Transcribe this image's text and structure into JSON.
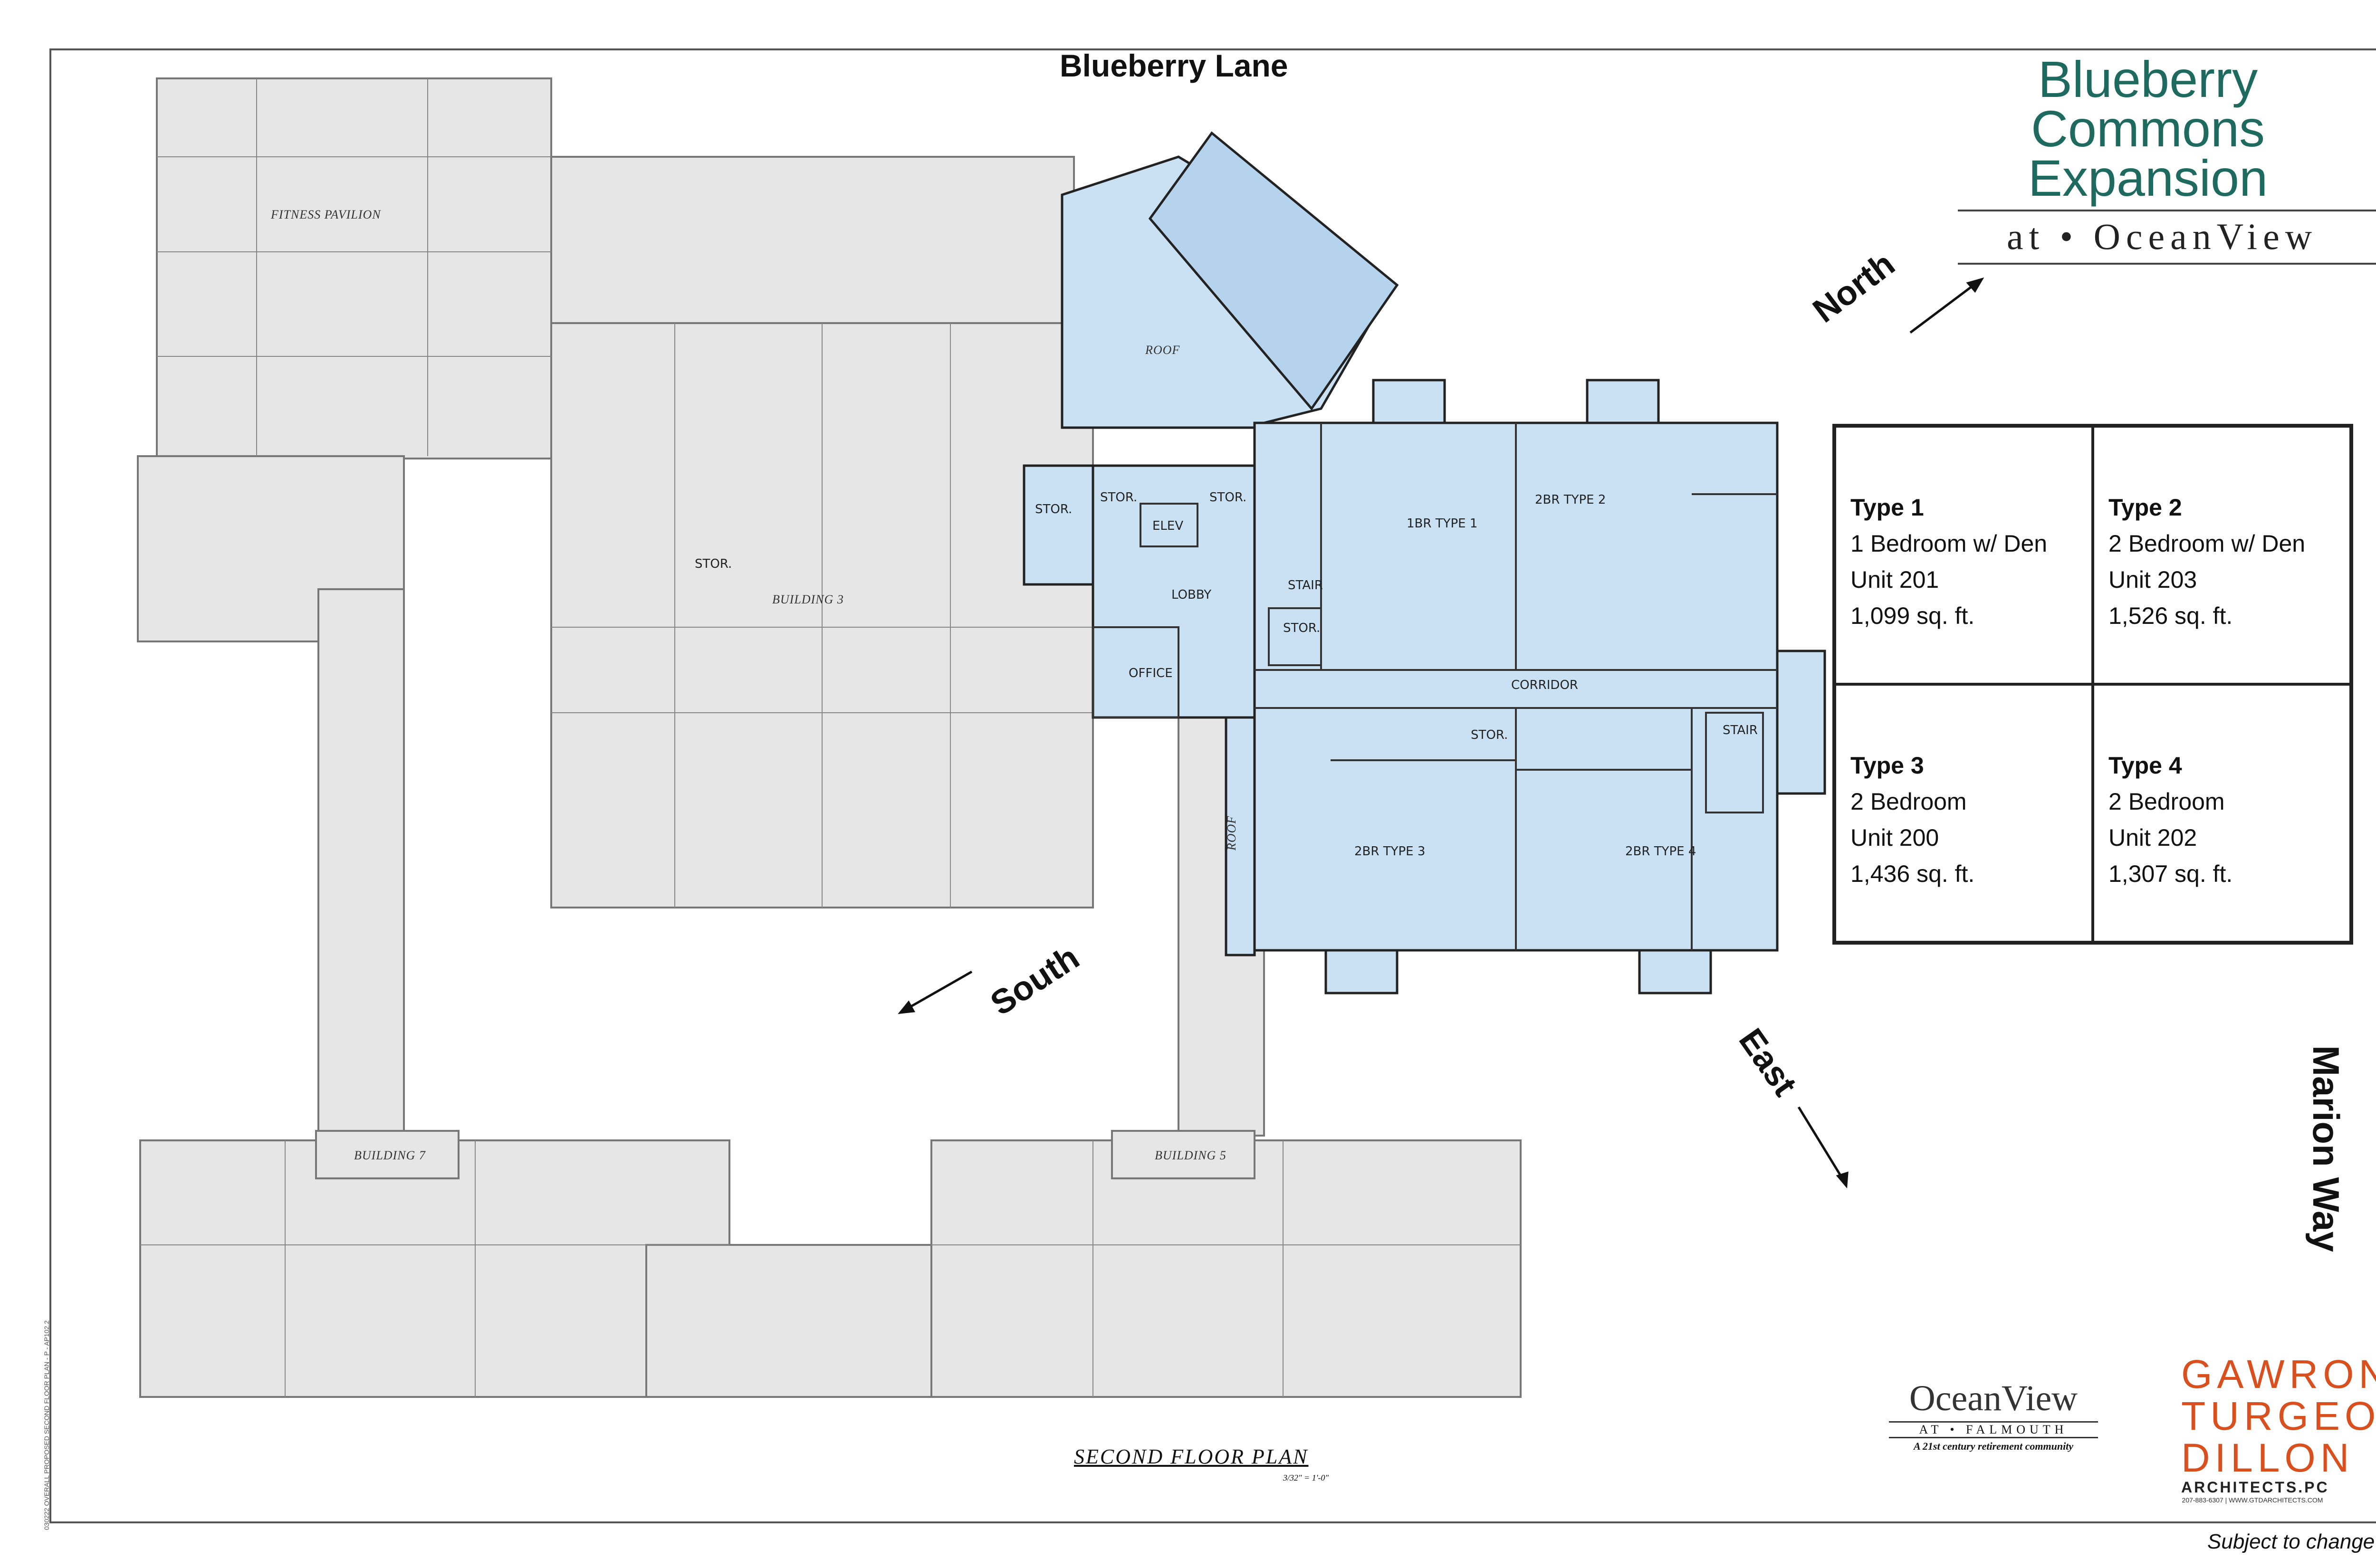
{
  "streets": {
    "top": "Blueberry Lane",
    "right": "Marion Way"
  },
  "title": {
    "line1": "Blueberry Commons",
    "line2": "Expansion",
    "subtitle": "at • OceanView"
  },
  "directions": {
    "north": "North",
    "south": "South",
    "east": "East"
  },
  "units": [
    {
      "type": "Type 1",
      "desc": "1 Bedroom w/ Den",
      "unit": "Unit 201",
      "area": "1,099 sq. ft."
    },
    {
      "type": "Type 2",
      "desc": "2 Bedroom w/ Den",
      "unit": "Unit 203",
      "area": "1,526 sq. ft."
    },
    {
      "type": "Type 3",
      "desc": "2 Bedroom",
      "unit": "Unit 200",
      "area": "1,436 sq. ft."
    },
    {
      "type": "Type 4",
      "desc": "2 Bedroom",
      "unit": "Unit 202",
      "area": "1,307 sq. ft."
    }
  ],
  "rooms": {
    "fitness": "FITNESS PAVILION",
    "building3": "BUILDING 3",
    "building5": "BUILDING 5",
    "building7": "BUILDING 7",
    "roof": "ROOF",
    "roof2": "ROOF",
    "stor_left": "STOR.",
    "stor_mid": "STOR.",
    "stor_a": "STOR.",
    "stor_b": "STOR.",
    "stor_c": "STOR.",
    "stor_d": "STOR.",
    "elev": "ELEV",
    "lobby": "LOBBY",
    "office": "OFFICE",
    "stair1": "STAIR",
    "stair2": "STAIR",
    "corridor": "CORRIDOR",
    "br1": "1BR TYPE 1",
    "br2": "2BR TYPE 2",
    "br3": "2BR TYPE 3",
    "br4": "2BR TYPE 4"
  },
  "plan": {
    "title": "SECOND FLOOR PLAN",
    "scale": "3/32\" = 1'-0\""
  },
  "logos": {
    "oceanview_name": "OceanView",
    "oceanview_sub": "AT • FALMOUTH",
    "oceanview_tag": "A 21st century retirement community",
    "gtd_line1": "GAWRON",
    "gtd_line2": "TURGEON",
    "gtd_line3": "DILLON",
    "gtd_arch": "ARCHITECTS.PC",
    "gtd_contact": "207-883-6307 | WWW.GTDARCHITECTS.COM"
  },
  "footer": {
    "note": "Subject to change",
    "margin_note": "030222 OVERALL PROPOSED SECOND FLOOR PLAN - P - AP102.2"
  },
  "colors": {
    "highlight": "#c9e1f3",
    "existing": "#e6e6e6",
    "title": "#1e6a5e",
    "gtd": "#d9501e"
  }
}
